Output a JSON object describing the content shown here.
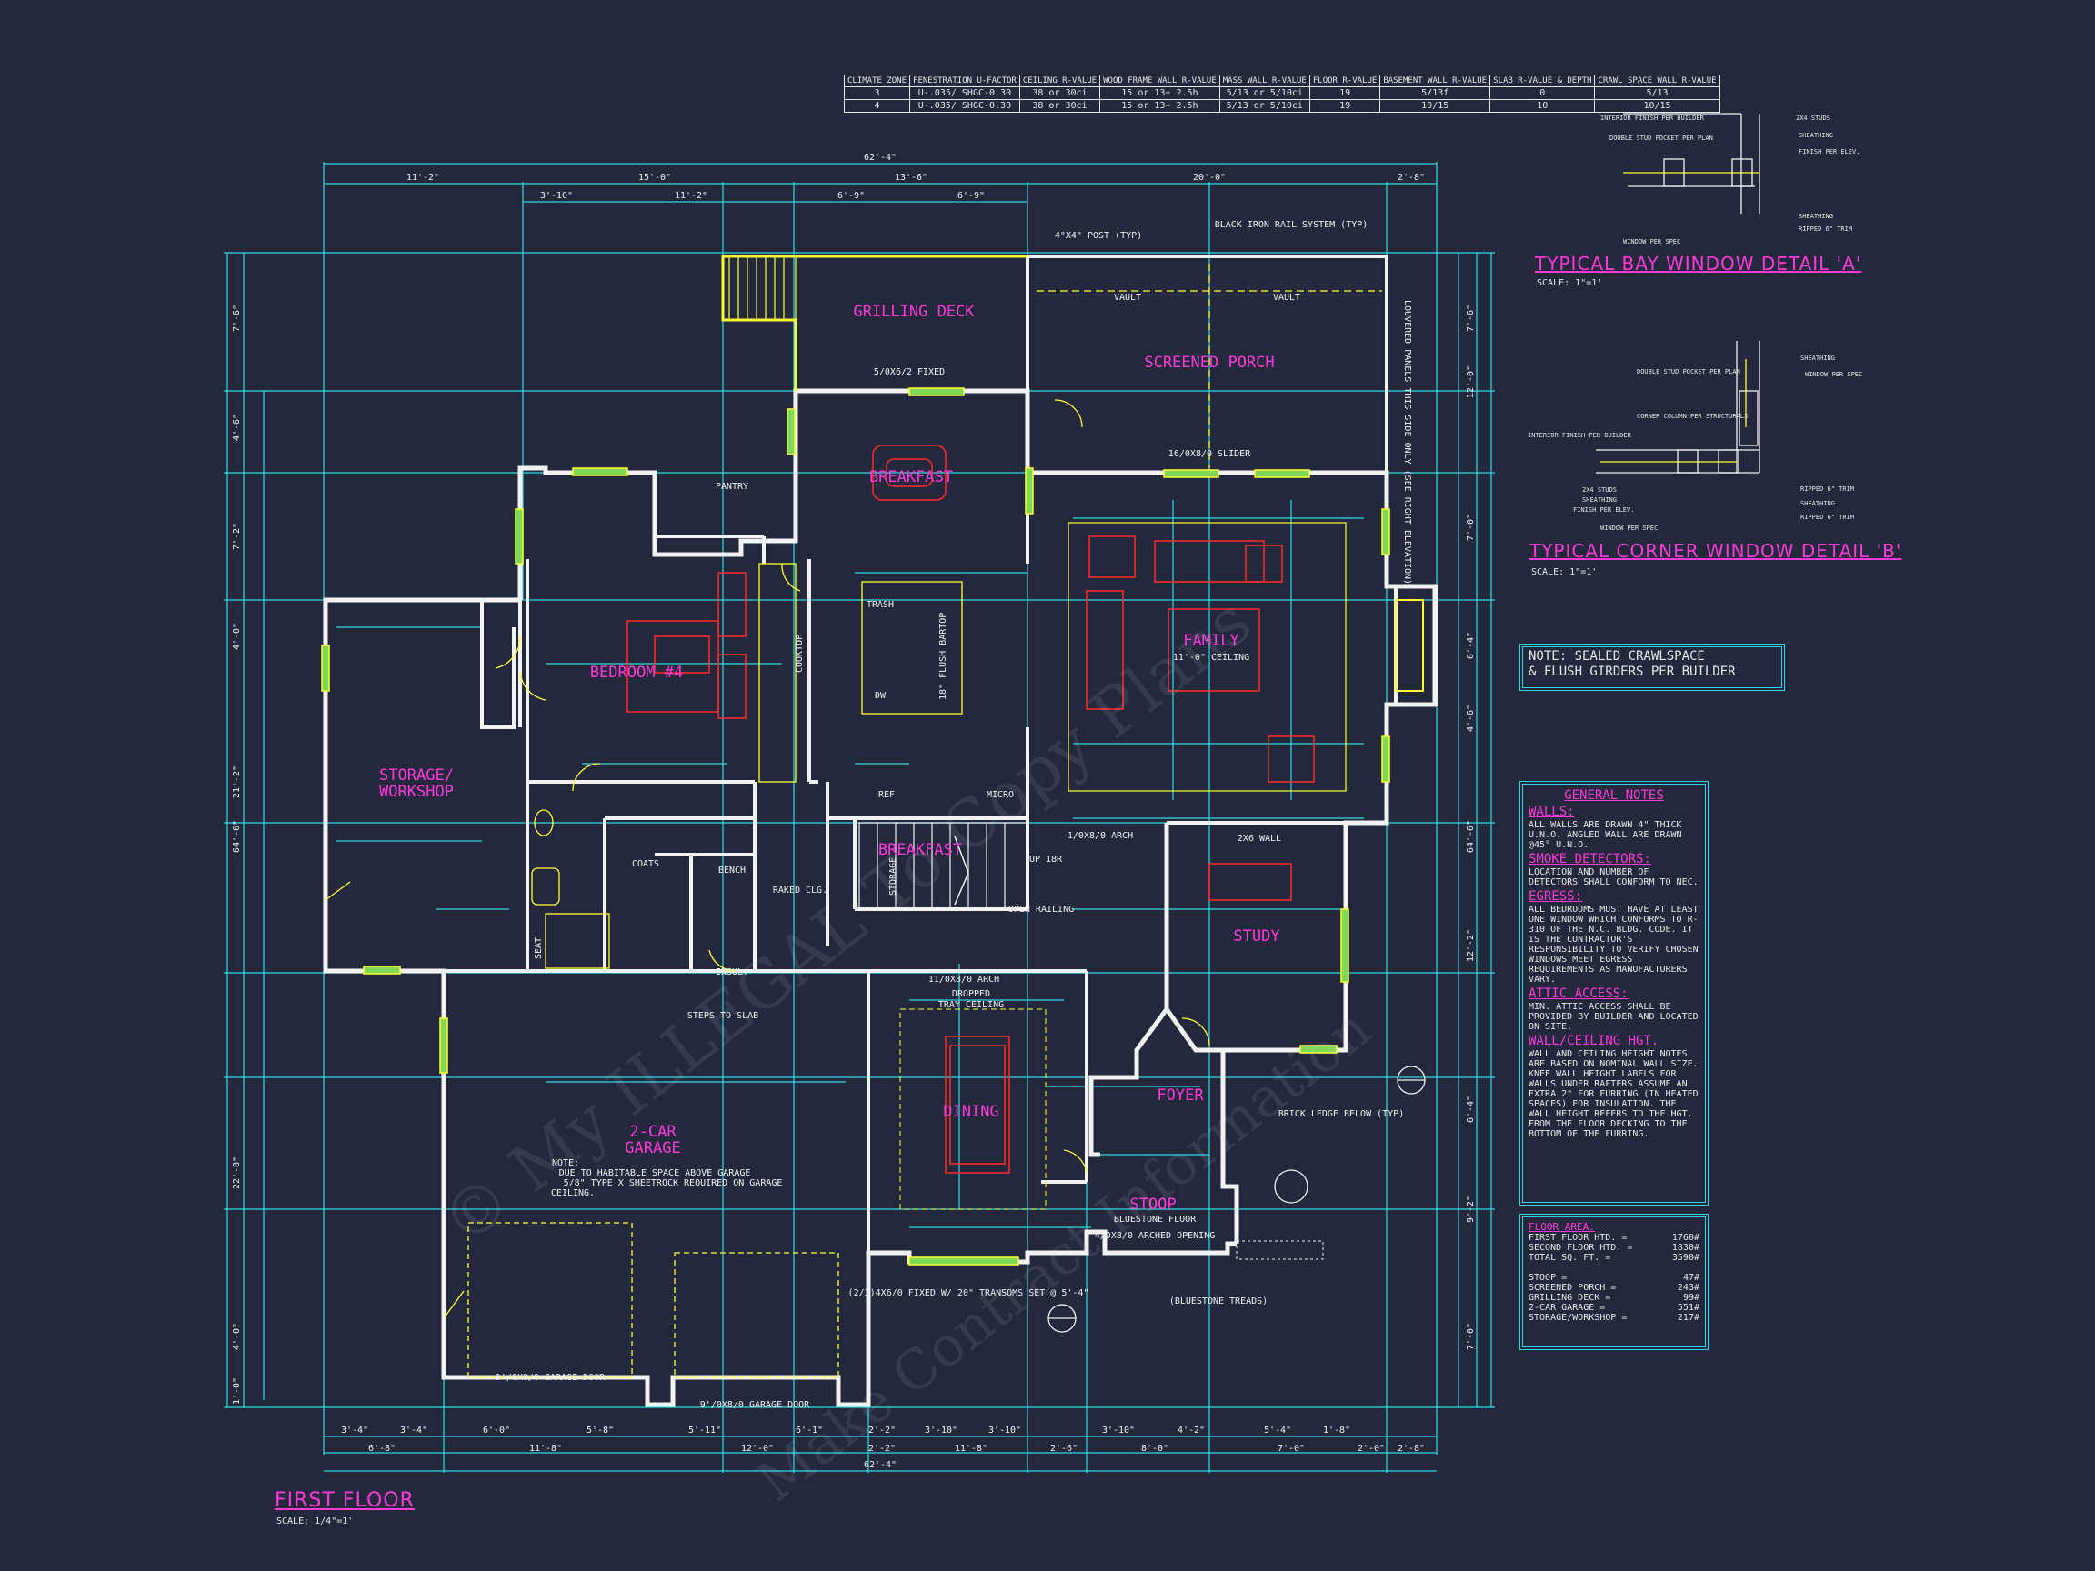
{
  "drawing": {
    "title": "FIRST FLOOR",
    "scale": "SCALE: 1/4\"=1'",
    "watermark_lines": [
      "© My ILLEGAL To Copy Plans",
      "Make Contract Information"
    ]
  },
  "rvalue_table": {
    "headers": [
      "CLIMATE ZONE",
      "FENESTRATION U-FACTOR",
      "CEILING R-VALUE",
      "WOOD FRAME WALL R-VALUE",
      "MASS WALL R-VALUE",
      "FLOOR R-VALUE",
      "BASEMENT WALL R-VALUE",
      "SLAB R-VALUE & DEPTH",
      "CRAWL SPACE WALL R-VALUE"
    ],
    "rows": [
      [
        "3",
        "U-.035/ SHGC-0.30",
        "38 or 30ci",
        "15 or 13+ 2.5h",
        "5/13 or 5/10ci",
        "19",
        "5/13f",
        "0",
        "5/13"
      ],
      [
        "4",
        "U-.035/ SHGC-0.30",
        "38 or 30ci",
        "15 or 13+ 2.5h",
        "5/13 or 5/10ci",
        "19",
        "10/15",
        "10",
        "10/15"
      ]
    ]
  },
  "rooms": {
    "grilling_deck": "GRILLING DECK",
    "screened_porch": "SCREENED PORCH",
    "breakfast": "BREAKFAST",
    "family": "FAMILY",
    "family_ceiling": "11'-0\" CEILING",
    "bedroom4": "BEDROOM #4",
    "storage1": "STORAGE/",
    "storage2": "WORKSHOP",
    "study": "STUDY",
    "dining": "DINING",
    "dining_ceiling1": "DROPPED",
    "dining_ceiling2": "TRAY CEILING",
    "foyer": "FOYER",
    "stoop": "STOOP",
    "stoop_floor": "BLUESTONE FLOOR",
    "garage1": "2-CAR",
    "garage2": "GARAGE",
    "pantry": "PANTRY",
    "coats": "COATS",
    "bench": "BENCH",
    "kitchen": "BREAKFAST"
  },
  "labels": {
    "rail": "BLACK IRON RAIL SYSTEM (TYP)",
    "post": "4\"X4\" POST (TYP)",
    "vault": "VAULT",
    "louvered": "LOUVERED PANELS THIS SIDE ONLY (SEE RIGHT ELEVATION)",
    "fixed_top": "5/0X6/2 FIXED",
    "slider": "16/0X8/0 SLIDER",
    "garage_note1": "NOTE:",
    "garage_note2": "DUE TO HABITABLE SPACE ABOVE GARAGE",
    "garage_note3": "5/8\" TYPE X SHEETROCK REQUIRED ON GARAGE",
    "garage_note4": "CEILING.",
    "garage_door": "9'/0X8/0 GARAGE DOOR",
    "garage_door2": "9'/0X8/0 GARAGE DOOR",
    "steps": "STEPS TO SLAB",
    "brick": "BRICK LEDGE BELOW (TYP)",
    "bluestone": "(BLUESTONE TREADS)",
    "transom": "(2/3)4X6/0 FIXED W/ 20\" TRANSOMS SET @ 5'-4\"",
    "arched": "4/0X8/0 ARCHED OPENING",
    "open_rail": "OPEN RAILING",
    "arch": "1/0X8/0 ARCH",
    "dining_arch": "11/0X8/0 ARCH",
    "cooktop": "COOKTOP",
    "micro": "MICRO",
    "ref": "REF",
    "trash": "TRASH",
    "dw": "DW",
    "flush_bartop": "18\" FLUSH BARTOP",
    "storage_stair": "STORAGE",
    "raked": "RAKED CLG.",
    "up": "UP 18R",
    "insul": "INSUL.",
    "seat": "SEAT",
    "wall_2x6": "2X6 WALL",
    "notes_sealed1": "NOTE: SEALED CRAWLSPACE",
    "notes_sealed2": "& FLUSH GIRDERS PER BUILDER"
  },
  "dims_top1": [
    "11'-2\"",
    "15'-0\"",
    "13'-6\"",
    "20'-0\"",
    "2'-8\""
  ],
  "dims_top0": "62'-4\"",
  "dims_top2": [
    "3'-10\"",
    "11'-2\"",
    "6'-9\"",
    "6'-9\""
  ],
  "dims_bottom1": [
    "3'-4\"",
    "3'-4\"",
    "6'-0\"",
    "5'-8\"",
    "5'-11\"",
    "6'-1\"",
    "2'-2\"",
    "3'-10\"",
    "3'-10\"",
    "3'-10\"",
    "4'-2\"",
    "5'-4\"",
    "1'-8\""
  ],
  "dims_bottom2": [
    "6'-8\"",
    "11'-8\"",
    "12'-0\"",
    "2'-2\"",
    "11'-8\"",
    "2'-6\"",
    "8'-0\"",
    "7'-0\"",
    "2'-0\"",
    "2'-8\""
  ],
  "dims_bottom0": "62'-4\"",
  "dims_left": [
    "7'-6\"",
    "4'-6\"",
    "7'-2\"",
    "4'-0\"",
    "21'-2\"",
    "64'-6\"",
    "22'-8\"",
    "4'-0\"",
    "1'-0\""
  ],
  "dims_right": [
    "7'-6\"",
    "12'-0\"",
    "7'-0\"",
    "6'-4\"",
    "4'-6\"",
    "64'-6\"",
    "12'-2\"",
    "6'-4\"",
    "9'-2\"",
    "7'-0\""
  ],
  "details": {
    "bay_title": "TYPICAL BAY WINDOW DETAIL 'A'",
    "bay_scale": "SCALE: 1\"=1'",
    "corner_title": "TYPICAL CORNER WINDOW DETAIL 'B'",
    "corner_scale": "SCALE: 1\"=1'",
    "bay_labels": [
      "INTERIOR FINISH PER BUILDER",
      "DOUBLE STUD POCKET PER PLAN",
      "2X4 STUDS",
      "SHEATHING",
      "FINISH PER ELEV.",
      "SHEATHING",
      "RIPPED 6\" TRIM",
      "WINDOW PER SPEC"
    ],
    "corner_labels": [
      "DOUBLE STUD POCKET PER PLAN",
      "SHEATHING",
      "WINDOW PER SPEC",
      "CORNER COLUMN PER STRUCTURALS",
      "INTERIOR FINISH PER BUILDER",
      "2X4 STUDS",
      "SHEATHING",
      "FINISH PER ELEV.",
      "WINDOW PER SPEC",
      "RIPPED 6\" TRIM",
      "SHEATHING",
      "RIPPED 6\" TRIM"
    ]
  },
  "general_notes": {
    "title": "GENERAL NOTES",
    "sections": [
      {
        "head": "WALLS:",
        "body": "ALL WALLS ARE DRAWN 4\" THICK U.N.O. ANGLED WALL ARE DRAWN @45° U.N.O."
      },
      {
        "head": "SMOKE DETECTORS:",
        "body": "LOCATION AND NUMBER OF DETECTORS SHALL CONFORM TO NEC."
      },
      {
        "head": "EGRESS:",
        "body": "ALL BEDROOMS MUST HAVE AT LEAST ONE WINDOW WHICH CONFORMS TO R-310 OF THE N.C. BLDG. CODE. IT IS THE CONTRACTOR'S RESPONSIBILITY TO VERIFY CHOSEN WINDOWS MEET EGRESS REQUIREMENTS AS MANUFACTURERS VARY."
      },
      {
        "head": "ATTIC ACCESS:",
        "body": "MIN. ATTIC ACCESS SHALL BE PROVIDED BY BUILDER AND LOCATED ON SITE."
      },
      {
        "head": "WALL/CEILING HGT.",
        "body": "WALL AND CEILING HEIGHT NOTES ARE BASED ON NOMINAL WALL SIZE. KNEE WALL HEIGHT LABELS FOR WALLS UNDER RAFTERS ASSUME AN EXTRA 2\" FOR FURRING (IN HEATED SPACES) FOR INSULATION. THE WALL HEIGHT REFERS TO THE HGT. FROM THE FLOOR DECKING TO THE BOTTOM OF THE FURRING."
      }
    ]
  },
  "floor_area": {
    "title": "FLOOR AREA:",
    "rows": [
      [
        "FIRST FLOOR HTD. =",
        "1760#"
      ],
      [
        "SECOND FLOOR HTD. =",
        "1830#"
      ],
      [
        "TOTAL SQ. FT. =",
        "3590#"
      ],
      [
        "",
        ""
      ],
      [
        "STOOP =",
        "47#"
      ],
      [
        "SCREENED PORCH =",
        "243#"
      ],
      [
        "GRILLING DECK =",
        "99#"
      ],
      [
        "2-CAR GARAGE =",
        "551#"
      ],
      [
        "STORAGE/WORKSHOP =",
        "217#"
      ]
    ]
  },
  "colors": {
    "background": "#23283d",
    "walls": "#f2f2f2",
    "dimensions": "#2fd8e6",
    "room_labels": "#ff3ad9",
    "windows": "#ffff33",
    "furniture": "#ff2a2a",
    "doors": "#ffff33"
  }
}
